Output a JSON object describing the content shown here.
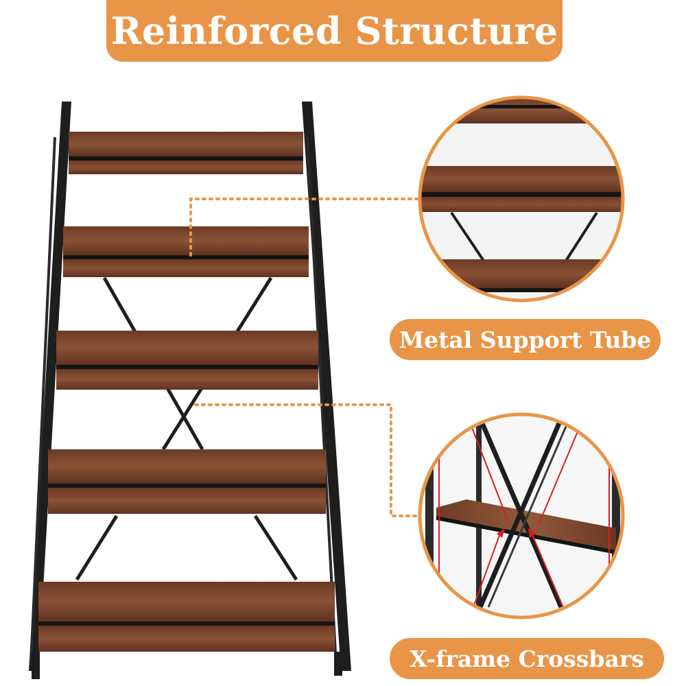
{
  "banner": {
    "title": "Reinforced Structure"
  },
  "callouts": [
    {
      "label": "Metal Support Tube",
      "icon": "circle-magnifier-support-tube"
    },
    {
      "label": "X-frame Crossbars",
      "icon": "circle-magnifier-crossbars"
    }
  ],
  "colors": {
    "accent": "#e89548",
    "frame": "#1e1e1e",
    "wood_dark": "#5a3020",
    "wood_light": "#8a5236",
    "annotation": "#d42020"
  }
}
